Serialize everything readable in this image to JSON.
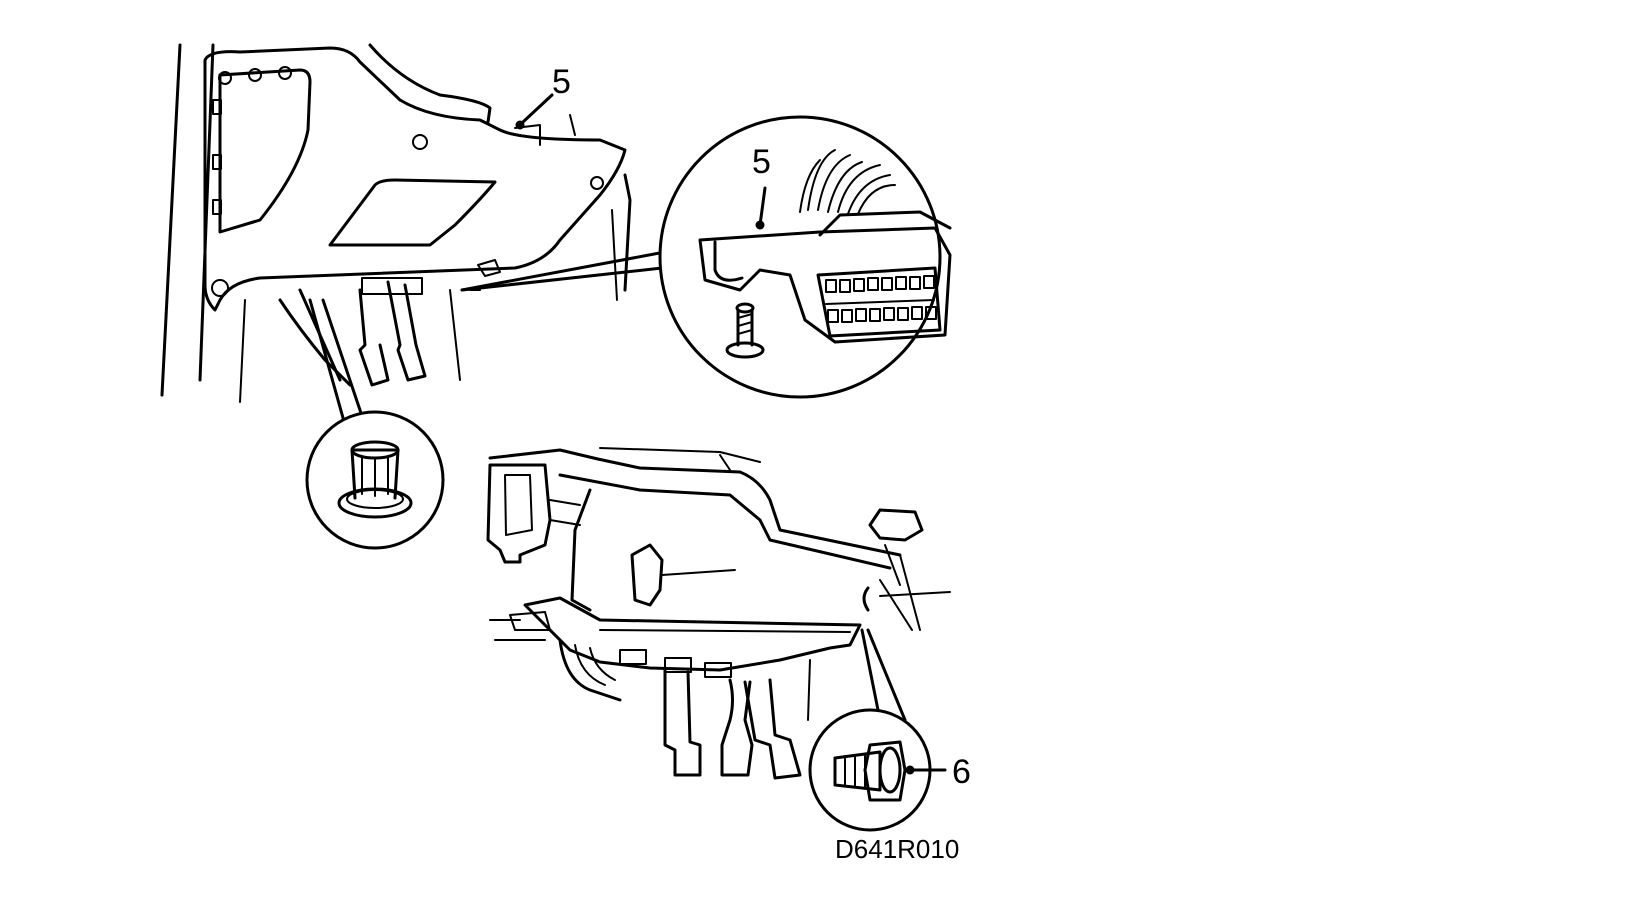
{
  "callouts": {
    "panel_top": "5",
    "connector_detail": "5",
    "bolt_detail": "6"
  },
  "figure_code": "D641R010",
  "colors": {
    "ink": "#000000",
    "paper": "#ffffff"
  }
}
